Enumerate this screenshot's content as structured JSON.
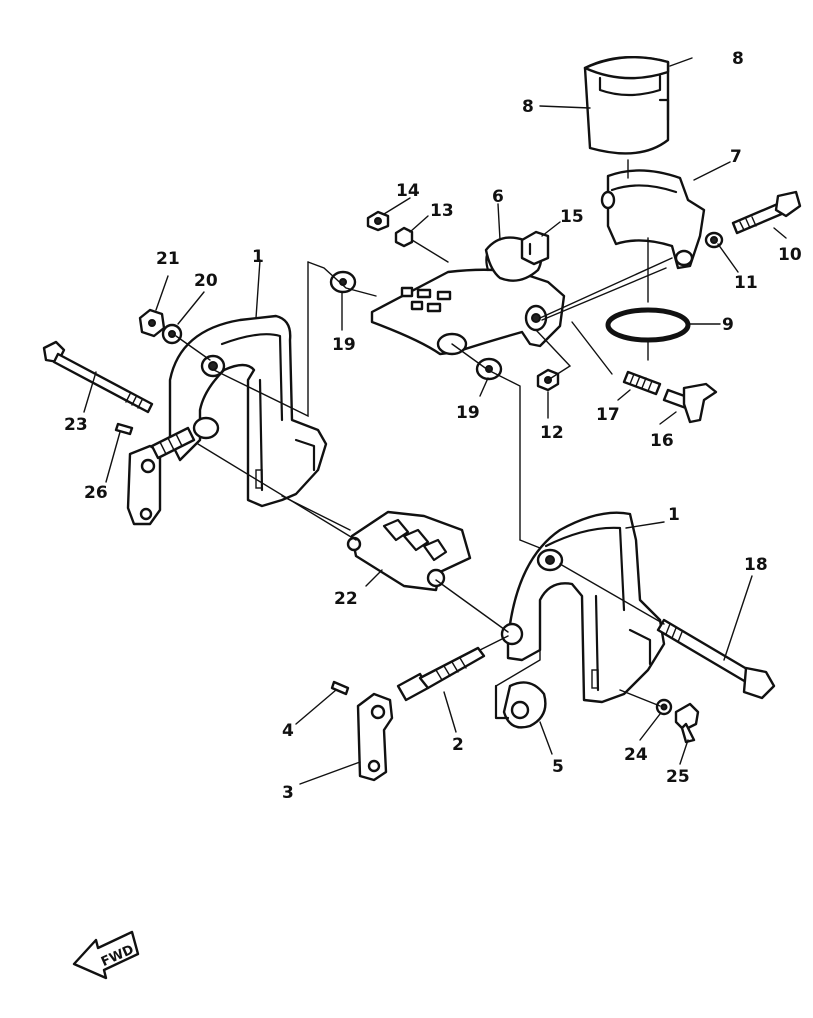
{
  "callouts": {
    "c1a": "1",
    "c1b": "1",
    "c2": "2",
    "c3": "3",
    "c4": "4",
    "c5": "5",
    "c6": "6",
    "c7": "7",
    "c8a": "8",
    "c8b": "8",
    "c9": "9",
    "c10": "10",
    "c11": "11",
    "c12": "12",
    "c13": "13",
    "c14": "14",
    "c15": "15",
    "c16": "16",
    "c17": "17",
    "c18": "18",
    "c19a": "19",
    "c19b": "19",
    "c20": "20",
    "c21": "21",
    "c22": "22",
    "c23": "23",
    "c24": "24",
    "c25": "25",
    "c26": "26"
  },
  "direction_marker": {
    "label": "FWD",
    "icon": "forward-arrow-icon"
  },
  "colors": {
    "ink": "#111111",
    "paper": "#ffffff"
  }
}
